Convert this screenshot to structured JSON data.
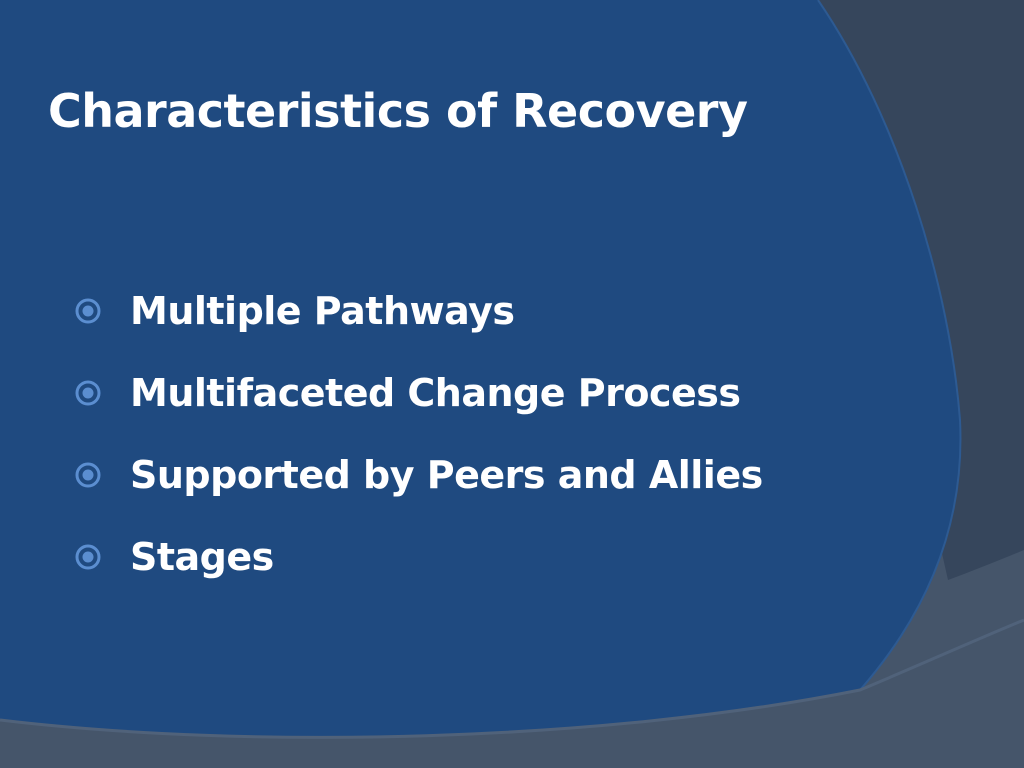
{
  "slide": {
    "title": "Characteristics of Recovery",
    "bullets": [
      {
        "text": "Multiple Pathways"
      },
      {
        "text": "Multifaceted Change Process"
      },
      {
        "text": "Supported by Peers and Allies"
      },
      {
        "text": "Stages"
      }
    ]
  },
  "colors": {
    "main_panel": "#1f4a80",
    "side_panel": "#36465c",
    "bottom_band": "#45556a",
    "bullet_icon": "#5b8ed0",
    "text": "#ffffff"
  },
  "icons": {
    "bullet": "concentric-circle-bullet-icon"
  }
}
